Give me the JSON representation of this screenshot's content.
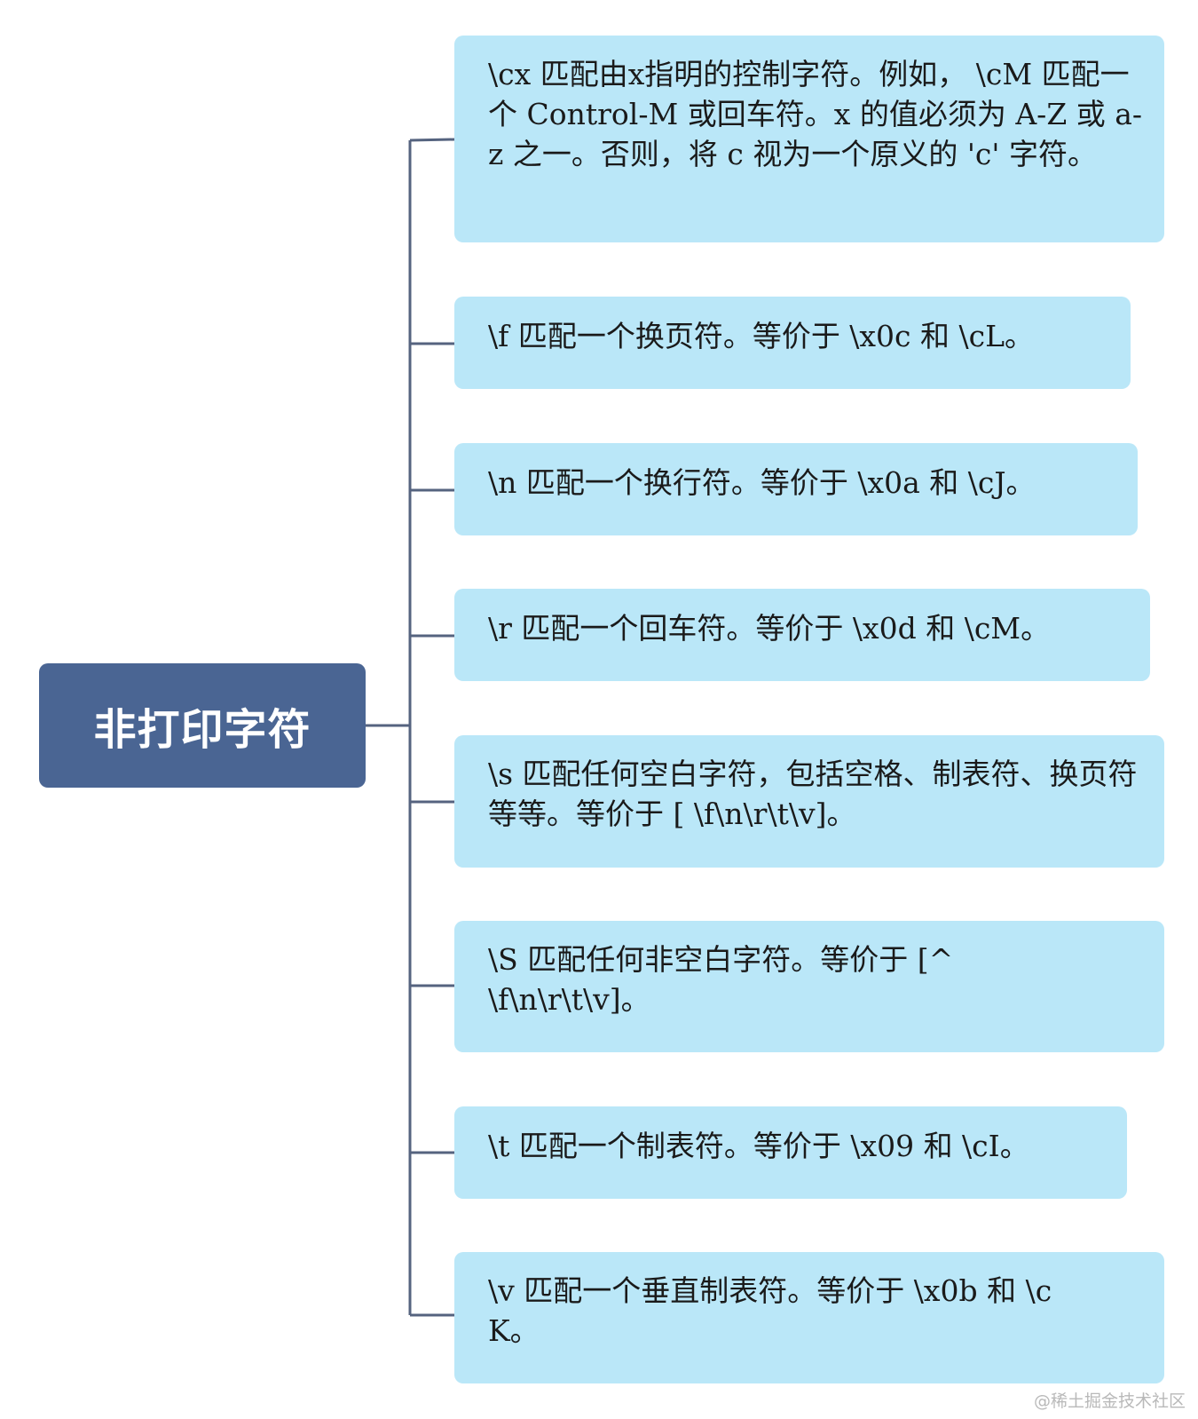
{
  "root": {
    "label": "非打印字符"
  },
  "nodes": [
    {
      "text": "\\cx  匹配由x指明的控制字符。例如， \\cM 匹配一个 Control-M 或回车符。x 的值必须为 A-Z 或 a-z 之一。否则，将 c 视为一个原义的 'c' 字符。"
    },
    {
      "text": "\\f  匹配一个换页符。等价于 \\x0c 和 \\cL。"
    },
    {
      "text": "\\n  匹配一个换行符。等价于 \\x0a 和 \\cJ。"
    },
    {
      "text": "\\r  匹配一个回车符。等价于 \\x0d 和 \\cM。"
    },
    {
      "text": "\\s  匹配任何空白字符，包括空格、制表符、换页符等等。等价于 [ \\f\\n\\r\\t\\v]。"
    },
    {
      "text": "\\S  匹配任何非空白字符。等价于 [^ \\f\\n\\r\\t\\v]。"
    },
    {
      "text": "\\t  匹配一个制表符。等价于 \\x09 和 \\cI。"
    },
    {
      "text": "\\v  匹配一个垂直制表符。等价于 \\x0b 和 \\cK。"
    }
  ],
  "watermark": "@稀土掘金技术社区",
  "colors": {
    "root_fill": "#4a6593",
    "node_fill": "#bae7f8",
    "connector": "#55637f"
  }
}
